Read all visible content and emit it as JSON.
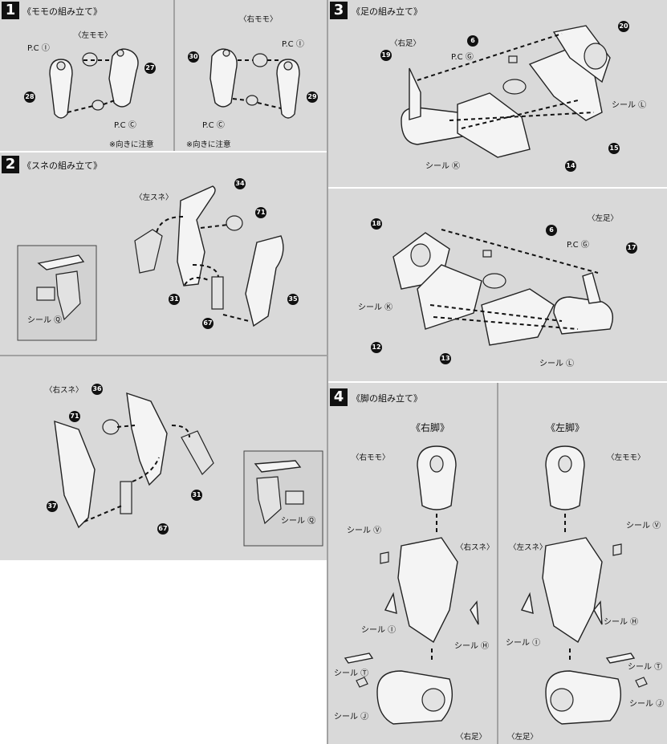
{
  "step1": {
    "num": "1",
    "title": "《モモの組み立て》",
    "left_sub": "〈左モモ〉",
    "right_sub": "〈右モモ〉",
    "pc_i": "P.C Ⓘ",
    "pc_c": "P.C Ⓒ",
    "note": "※向きに注意",
    "parts": {
      "p28": "28",
      "p27": "27",
      "p30": "30",
      "p29": "29"
    }
  },
  "step2": {
    "num": "2",
    "title": "《スネの組み立て》",
    "left_sub": "〈左スネ〉",
    "right_sub": "〈右スネ〉",
    "seal_q": "シール Ⓠ",
    "parts": {
      "p34": "34",
      "p71": "71",
      "p31": "31",
      "p67": "67",
      "p35": "35",
      "p36": "36",
      "p37": "37"
    }
  },
  "step3": {
    "num": "3",
    "title": "《足の組み立て》",
    "right_sub": "〈右足〉",
    "left_sub": "〈左足〉",
    "pc_g": "P.C Ⓖ",
    "seal_l": "シール Ⓛ",
    "seal_k": "シール Ⓚ",
    "parts": {
      "p6": "6",
      "p20": "20",
      "p19": "19",
      "p15": "15",
      "p14": "14",
      "p18": "18",
      "p17": "17",
      "p12": "12",
      "p13": "13"
    }
  },
  "step4": {
    "num": "4",
    "title": "《脚の組み立て》",
    "right_leg": "《右脚》",
    "left_leg": "《左脚》",
    "right_momo": "〈右モモ〉",
    "left_momo": "〈左モモ〉",
    "right_sune": "〈右スネ〉",
    "left_sune": "〈左スネ〉",
    "right_foot": "〈右足〉",
    "left_foot": "〈左足〉",
    "seal_v": "シール Ⓥ",
    "seal_i": "シール Ⓘ",
    "seal_h": "シール Ⓗ",
    "seal_t": "シール Ⓣ",
    "seal_j": "シール Ⓙ"
  }
}
